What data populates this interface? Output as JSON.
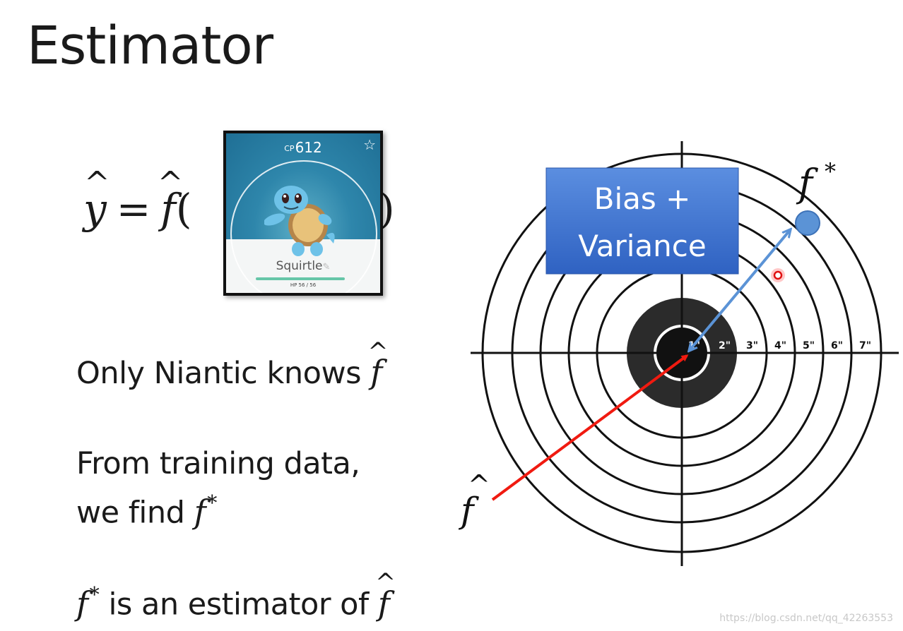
{
  "slide": {
    "title": "Estimator"
  },
  "equation": {
    "y": "y",
    "hat": "^",
    "equals": "=",
    "f": "f",
    "open_paren": "(",
    "close_paren": ")"
  },
  "card": {
    "cp_label": "CP",
    "cp_value": "612",
    "name": "Squirtle",
    "hp": "HP 56 / 56"
  },
  "texts": {
    "line1": "Only Niantic knows ",
    "line2a": "From training data,",
    "line2b": "we find ",
    "line3b": " is an estimator of ",
    "f": "f",
    "star": "*",
    "hat": "^"
  },
  "diagram": {
    "box_line1": "Bias +",
    "box_line2": "Variance",
    "f_star_label": "f",
    "f_star_sup": "*",
    "f_hat_label": "f",
    "f_hat_mark": "^",
    "ring_labels": [
      "1\"",
      "2\"",
      "3\"",
      "4\"",
      "5\"",
      "6\"",
      "7\""
    ],
    "colors": {
      "box_top": "#5b8ee0",
      "box_bottom": "#2f62c2",
      "arrow_red": "#f01a10",
      "arrow_blue": "#5b93d6",
      "dot_blue": "#5b93d6"
    }
  },
  "watermark": "https://blog.csdn.net/qq_42263553"
}
